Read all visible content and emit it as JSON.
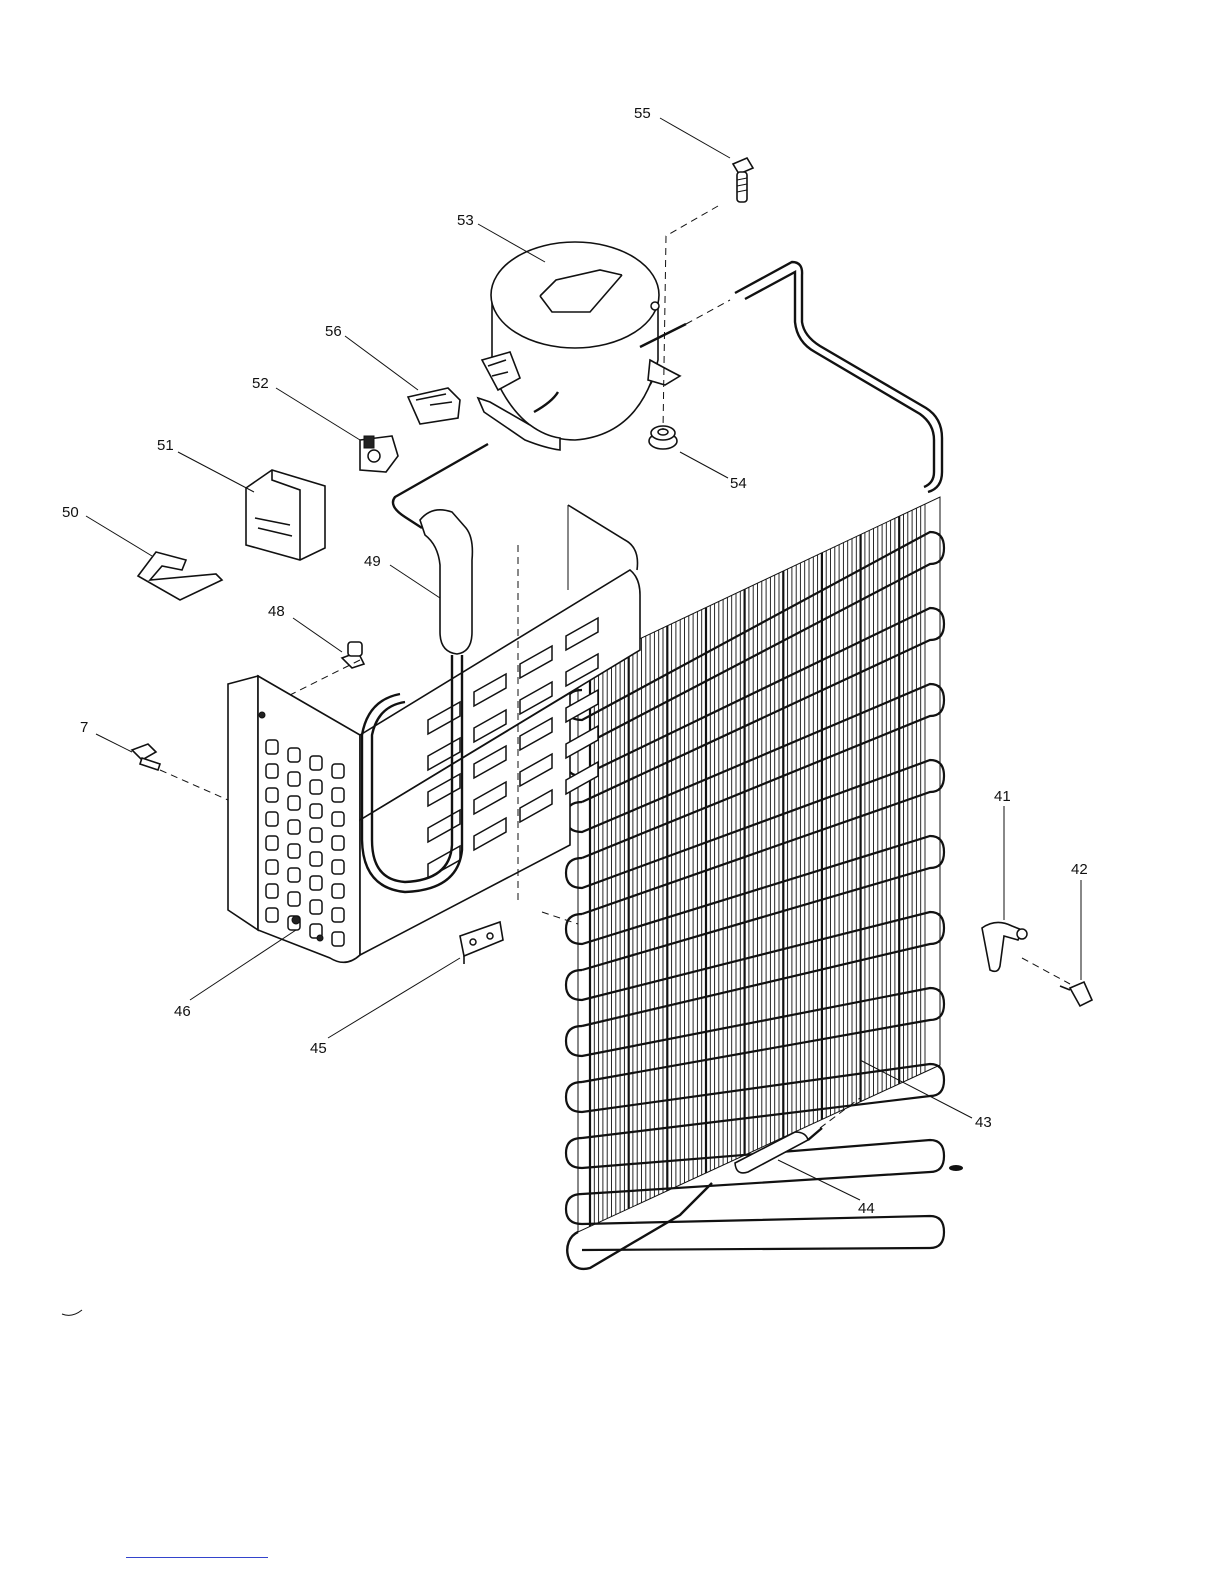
{
  "colors": {
    "ink": "#111111",
    "paper": "#ffffff",
    "link": "#3344cc"
  },
  "callouts": {
    "c55": "55",
    "c53": "53",
    "c56": "56",
    "c52": "52",
    "c51": "51",
    "c50": "50",
    "c49": "49",
    "c48": "48",
    "c47": "7",
    "c54": "54",
    "c41": "41",
    "c42": "42",
    "c43": "43",
    "c44": "44",
    "c45": "45",
    "c46": "46"
  }
}
